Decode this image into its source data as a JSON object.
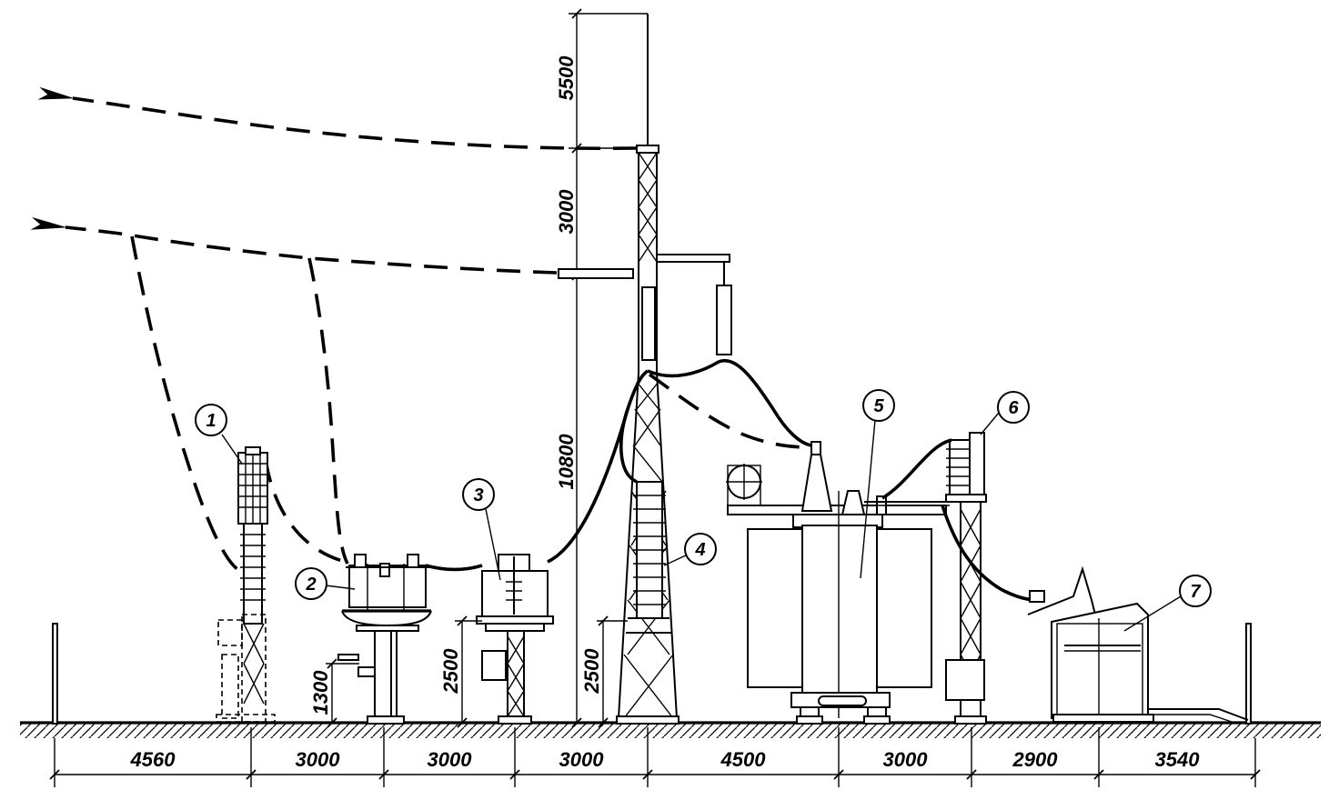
{
  "horizontal_dimensions": [
    "4560",
    "3000",
    "3000",
    "3000",
    "4500",
    "3000",
    "2900",
    "3540"
  ],
  "vertical_dimensions": {
    "top_mast": "5500",
    "upper_span": "3000",
    "main_height": "10800",
    "support_low": "1300",
    "support_mid": "2500",
    "support_tower": "2500"
  },
  "callouts": [
    "1",
    "2",
    "3",
    "4",
    "5",
    "6",
    "7"
  ]
}
